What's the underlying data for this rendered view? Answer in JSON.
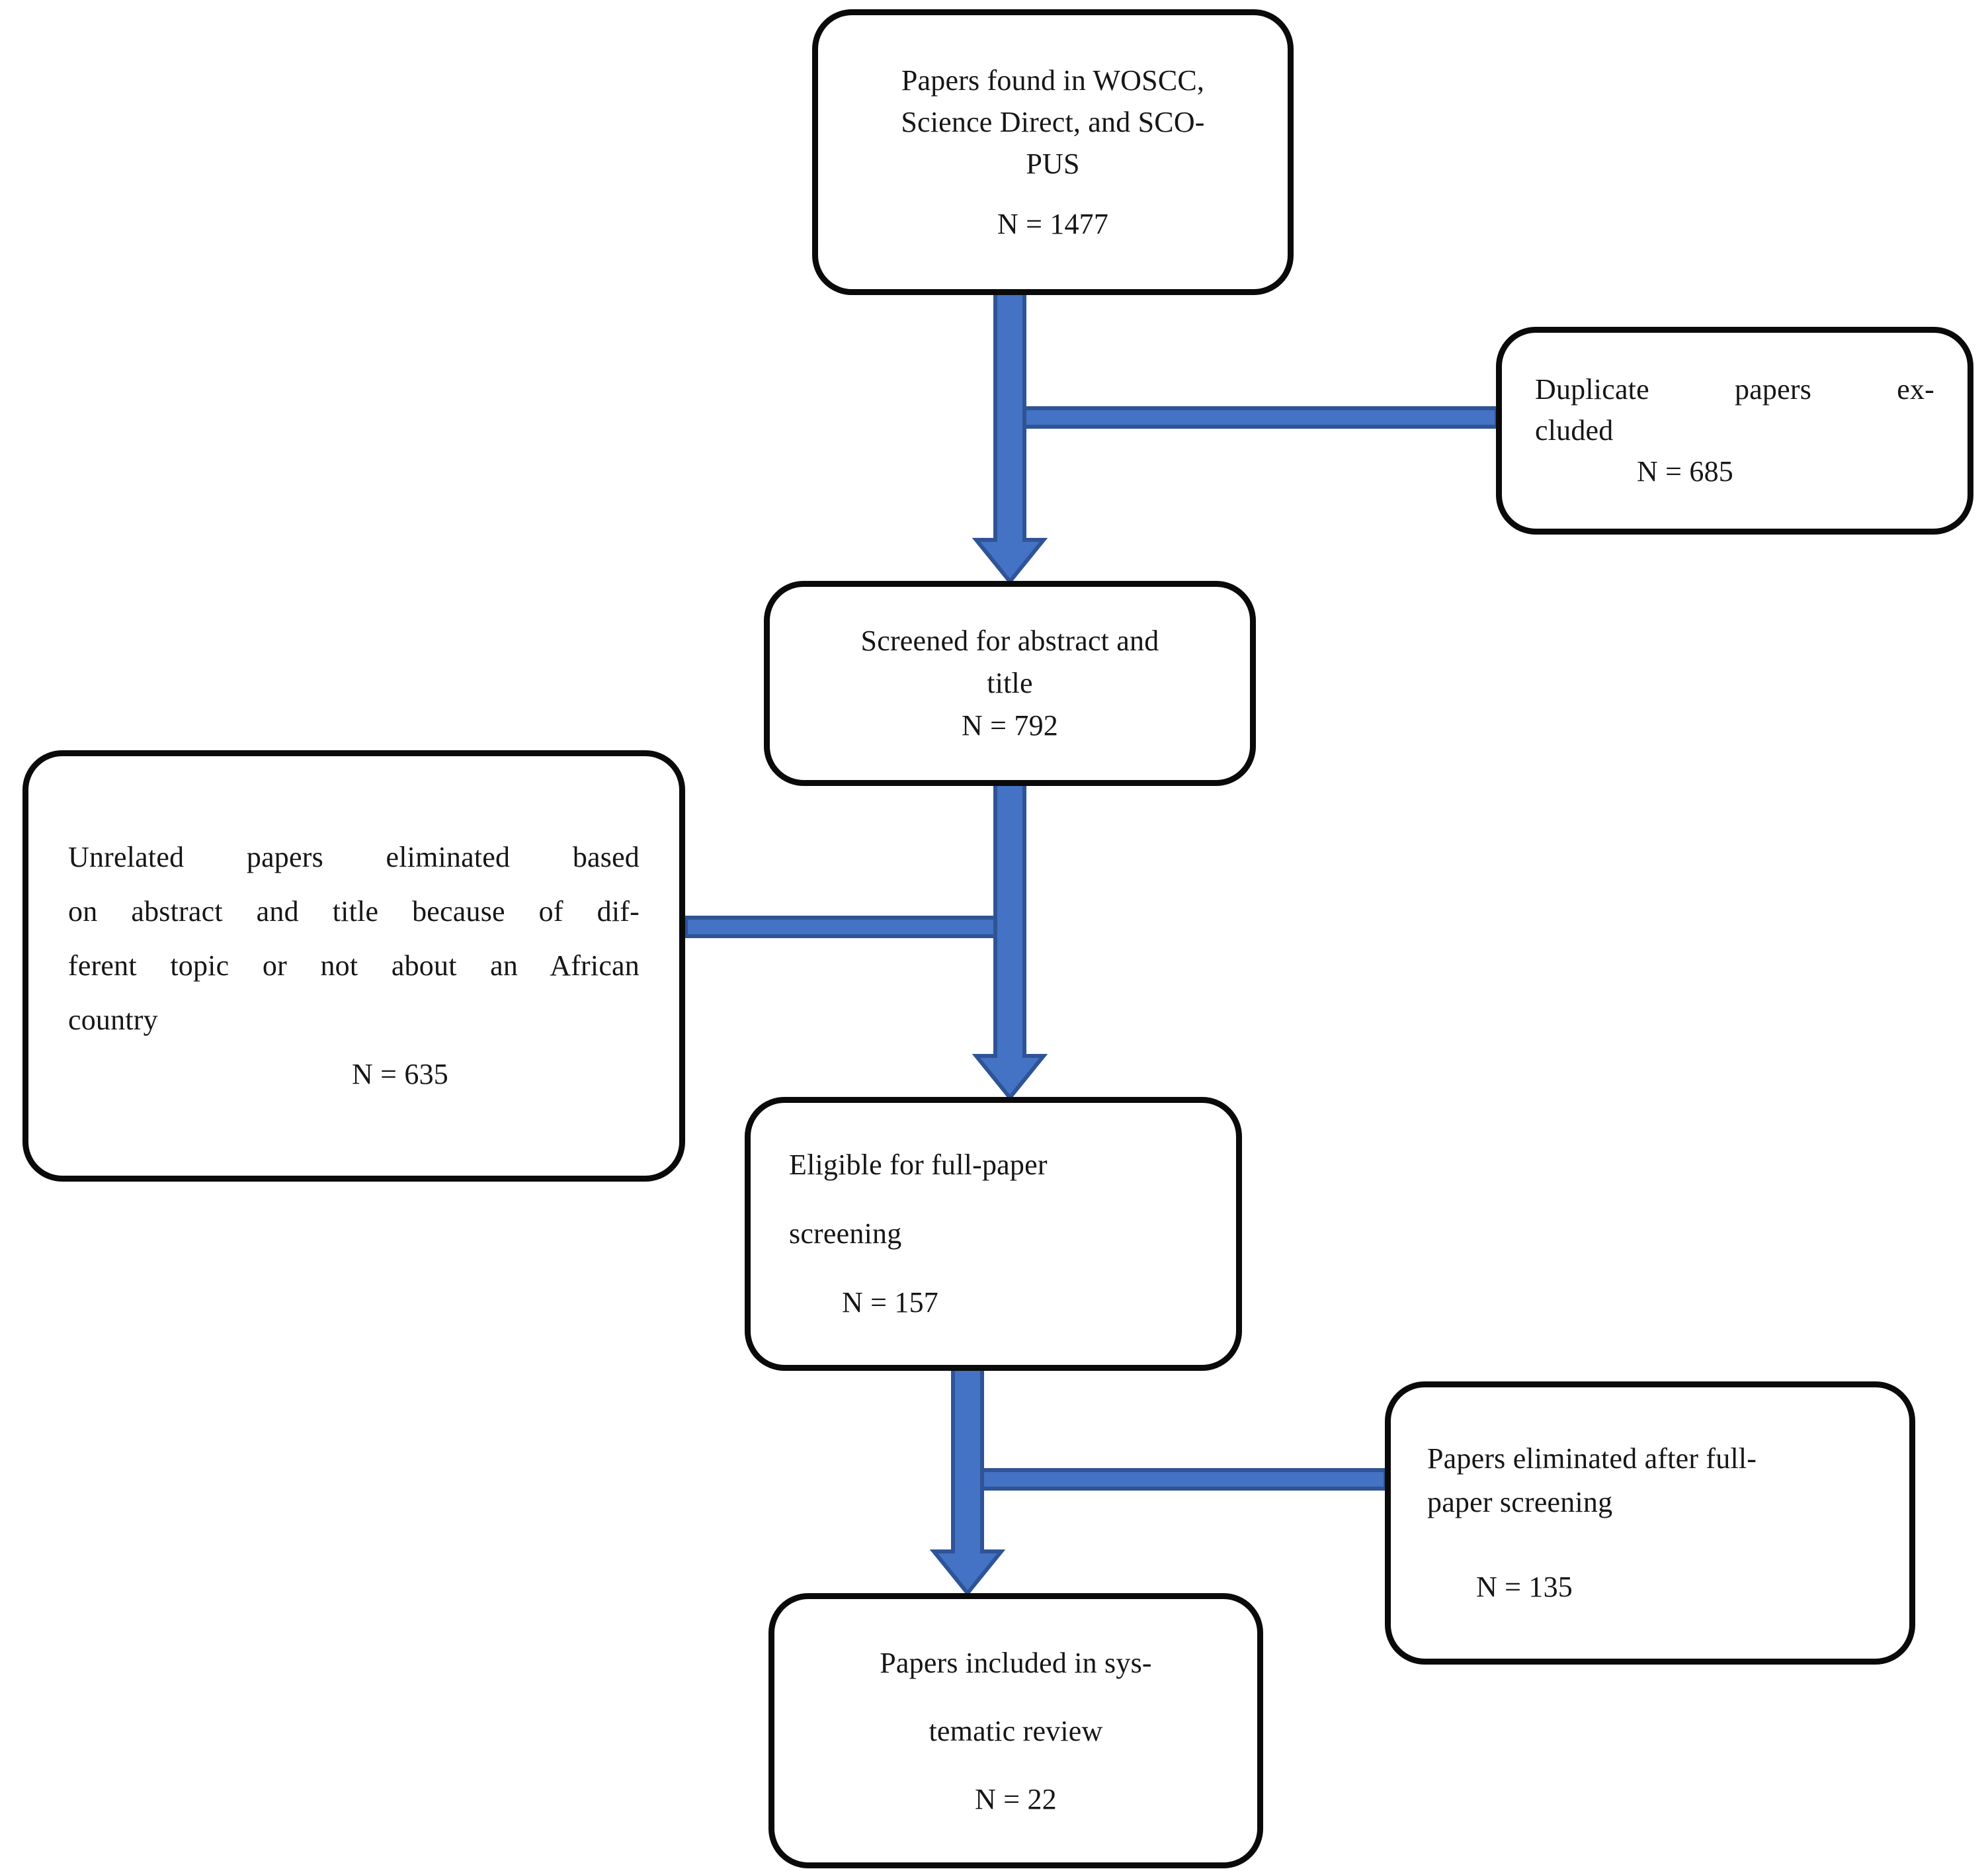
{
  "diagram": {
    "background_color": "#ffffff",
    "box_border_color": "#0a0a0a",
    "text_color": "#161616",
    "arrow_fill": "#4472C4",
    "arrow_stroke": "#2F5496",
    "boxes": {
      "found": {
        "lines": [
          "Papers found in WOSCC,",
          "Science Direct, and SCO-",
          "PUS"
        ],
        "count": "N = 1477"
      },
      "duplicate": {
        "lines": [
          "Duplicate papers ex-",
          "cluded"
        ],
        "count": "N = 685"
      },
      "screened": {
        "lines": [
          "Screened for abstract and",
          "title"
        ],
        "count": "N = 792"
      },
      "unrelated": {
        "lines": [
          "Unrelated papers eliminated based",
          "on abstract and title because of dif-",
          "ferent topic or not about an African",
          "country"
        ],
        "count": "N = 635"
      },
      "eligible": {
        "lines": [
          "Eligible for full-paper",
          "screening"
        ],
        "count": "N = 157"
      },
      "eliminated": {
        "lines": [
          "Papers eliminated after full-",
          "paper screening"
        ],
        "count": "N = 135"
      },
      "included": {
        "lines": [
          "Papers included in sys-",
          "tematic review"
        ],
        "count": "N = 22"
      }
    }
  }
}
